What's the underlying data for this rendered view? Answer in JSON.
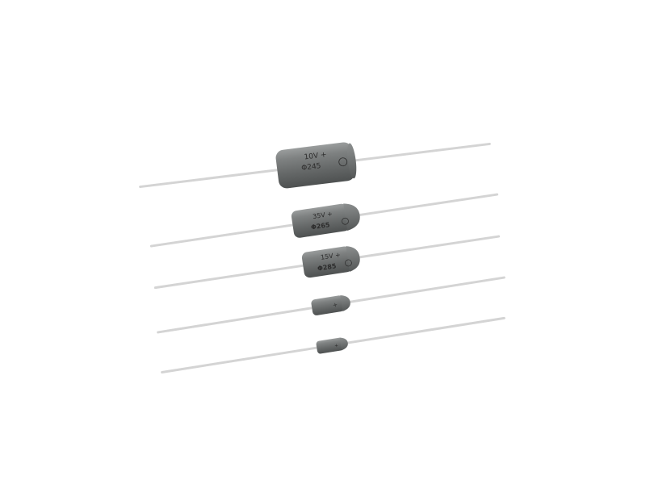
{
  "image": {
    "subject": "axial tantalum capacitors",
    "background_color": "#ffffff",
    "lead_color": "#d4d4d4",
    "body_color": "#6f7272"
  },
  "capacitors": [
    {
      "line1": "10V +",
      "line2": "Φ245"
    },
    {
      "line1": "35V +",
      "line2": "Φ265"
    },
    {
      "line1": "15V +",
      "line2": "Φ285"
    },
    {
      "line1": "+",
      "line2": ""
    },
    {
      "line1": "+",
      "line2": ""
    }
  ]
}
